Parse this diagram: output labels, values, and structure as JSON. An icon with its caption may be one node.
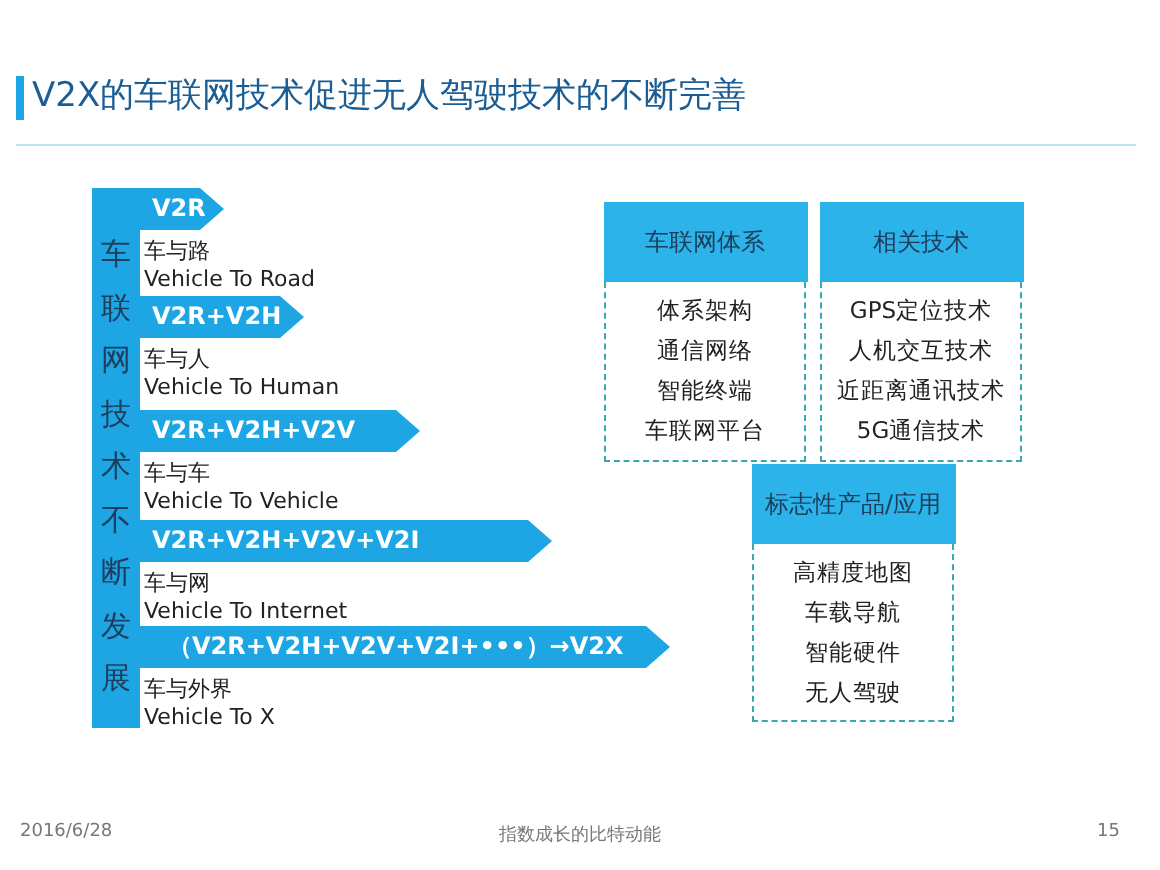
{
  "diagram": {
    "title": "V2X的车联网技术促进无人驾驶技术的不断完善",
    "nodes": [
      {
        "text": [
          "车联网技术不断发展"
        ]
      },
      {
        "text": [
          "V2R"
        ],
        "beside": [
          "车与路",
          "Vehicle To Road"
        ]
      },
      {
        "text": [
          "V2R+V2H"
        ],
        "beside": [
          "车与人",
          "Vehicle To Human"
        ]
      },
      {
        "text": [
          "V2R+V2H+V2V"
        ],
        "beside": [
          "车与车",
          "Vehicle To Vehicle"
        ]
      },
      {
        "text": [
          "V2R+V2H+V2V+V2I"
        ],
        "beside": [
          "车与网",
          "Vehicle To Internet"
        ]
      },
      {
        "text": [
          "（V2R+V2H+V2V+V2I+•••）→V2X"
        ],
        "beside": [
          "车与外界",
          "Vehicle To X"
        ]
      },
      {
        "text": [
          "车联网体系",
          "体系架构",
          "通信网络",
          "智能终端",
          "车联网平台"
        ]
      },
      {
        "text": [
          "相关技术",
          "GPS定位技术",
          "人机交互技术",
          "近距离通讯技术",
          "5G通信技术"
        ]
      },
      {
        "text": [
          "标志性产品/应用",
          "高精度地图",
          "车载导航",
          "智能硬件",
          "无人驾驶"
        ]
      }
    ],
    "labels": [
      "2016/6/28",
      "指数成长的比特动能",
      "15"
    ]
  }
}
